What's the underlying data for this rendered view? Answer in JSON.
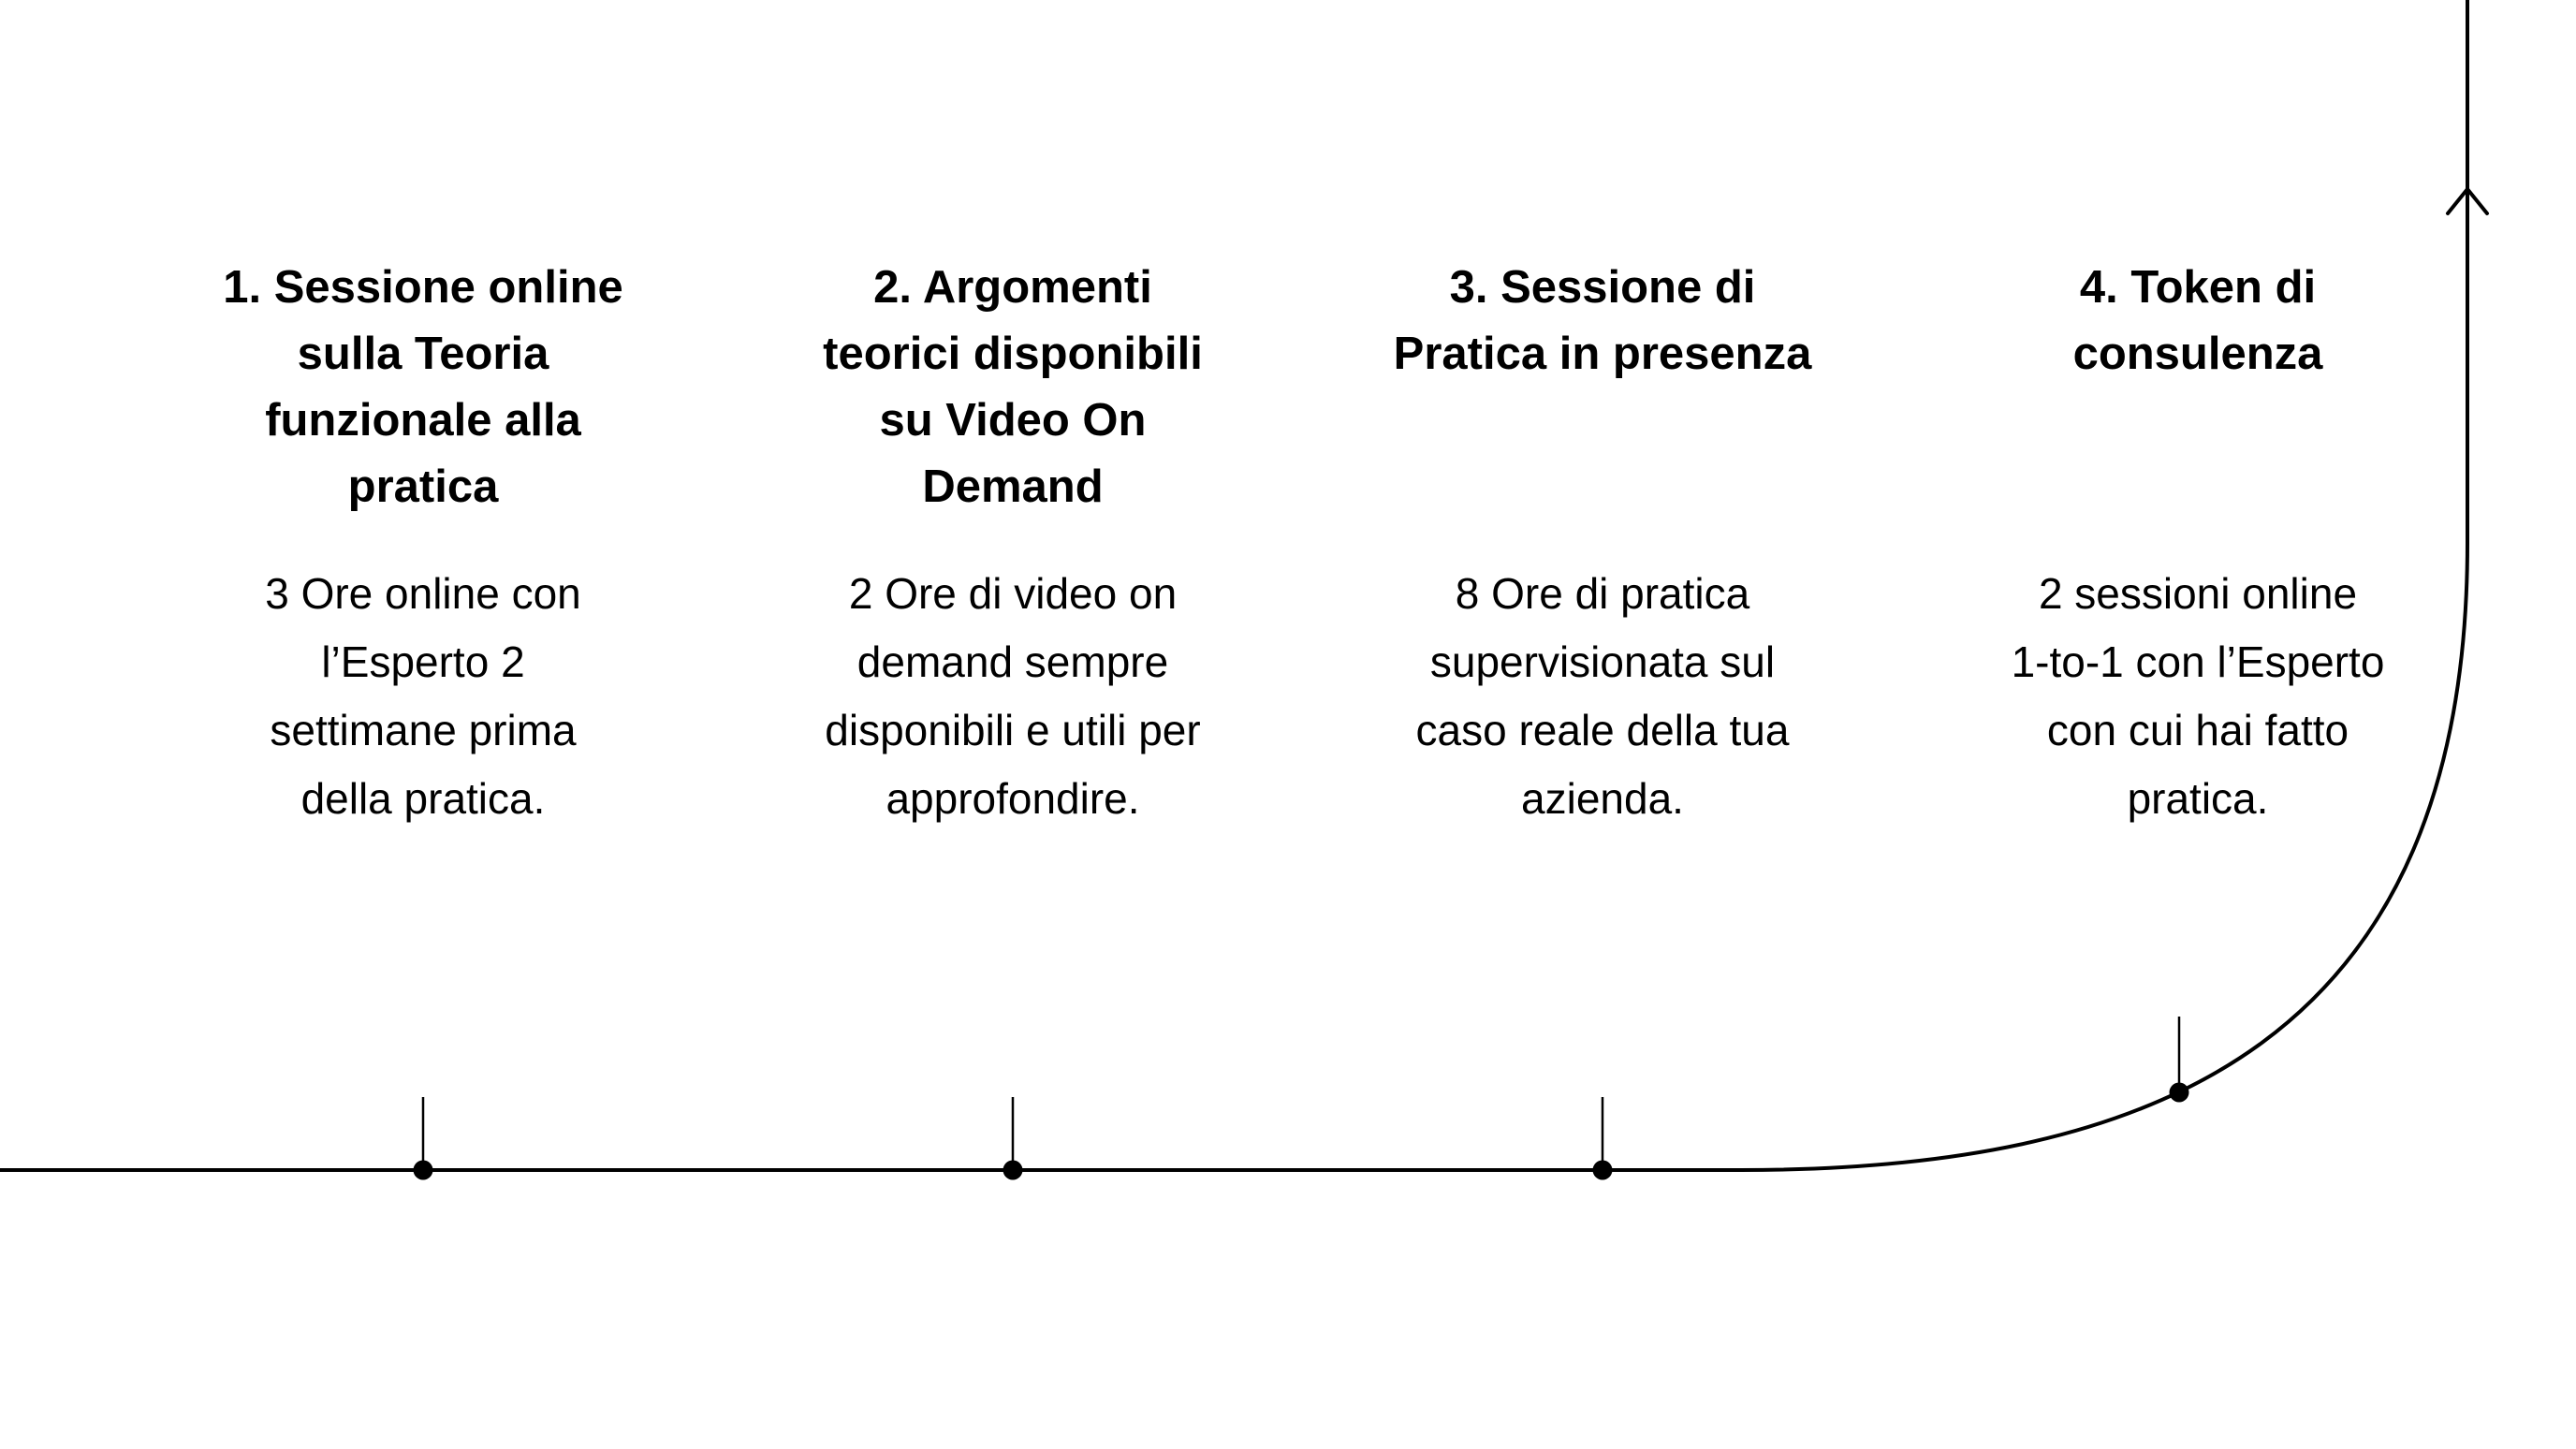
{
  "diagram": {
    "kind": "process-timeline",
    "background_color": "#ffffff",
    "line_color": "#000000",
    "text_color": "#000000",
    "arrow_icon": "arrow-up-icon",
    "milestone_icon": "dot-marker"
  },
  "steps": [
    {
      "title": "1. Sessione online\nsulla Teoria\nfunzionale alla\npratica",
      "description": "3 Ore online con\nl’Esperto 2\nsettimane prima\ndella pratica."
    },
    {
      "title": "2. Argomenti\nteorici disponibili\nsu Video On\nDemand",
      "description": "2 Ore di video on\ndemand sempre\ndisponibili e utili per\napprofondire."
    },
    {
      "title": "3. Sessione di\nPratica in presenza",
      "description": "8 Ore di pratica\nsupervisionata sul\ncaso reale della tua\nazienda."
    },
    {
      "title": "4. Token di\nconsulenza",
      "description": "2 sessioni online\n1-to-1 con l’Esperto\ncon cui hai fatto\npratica."
    }
  ]
}
